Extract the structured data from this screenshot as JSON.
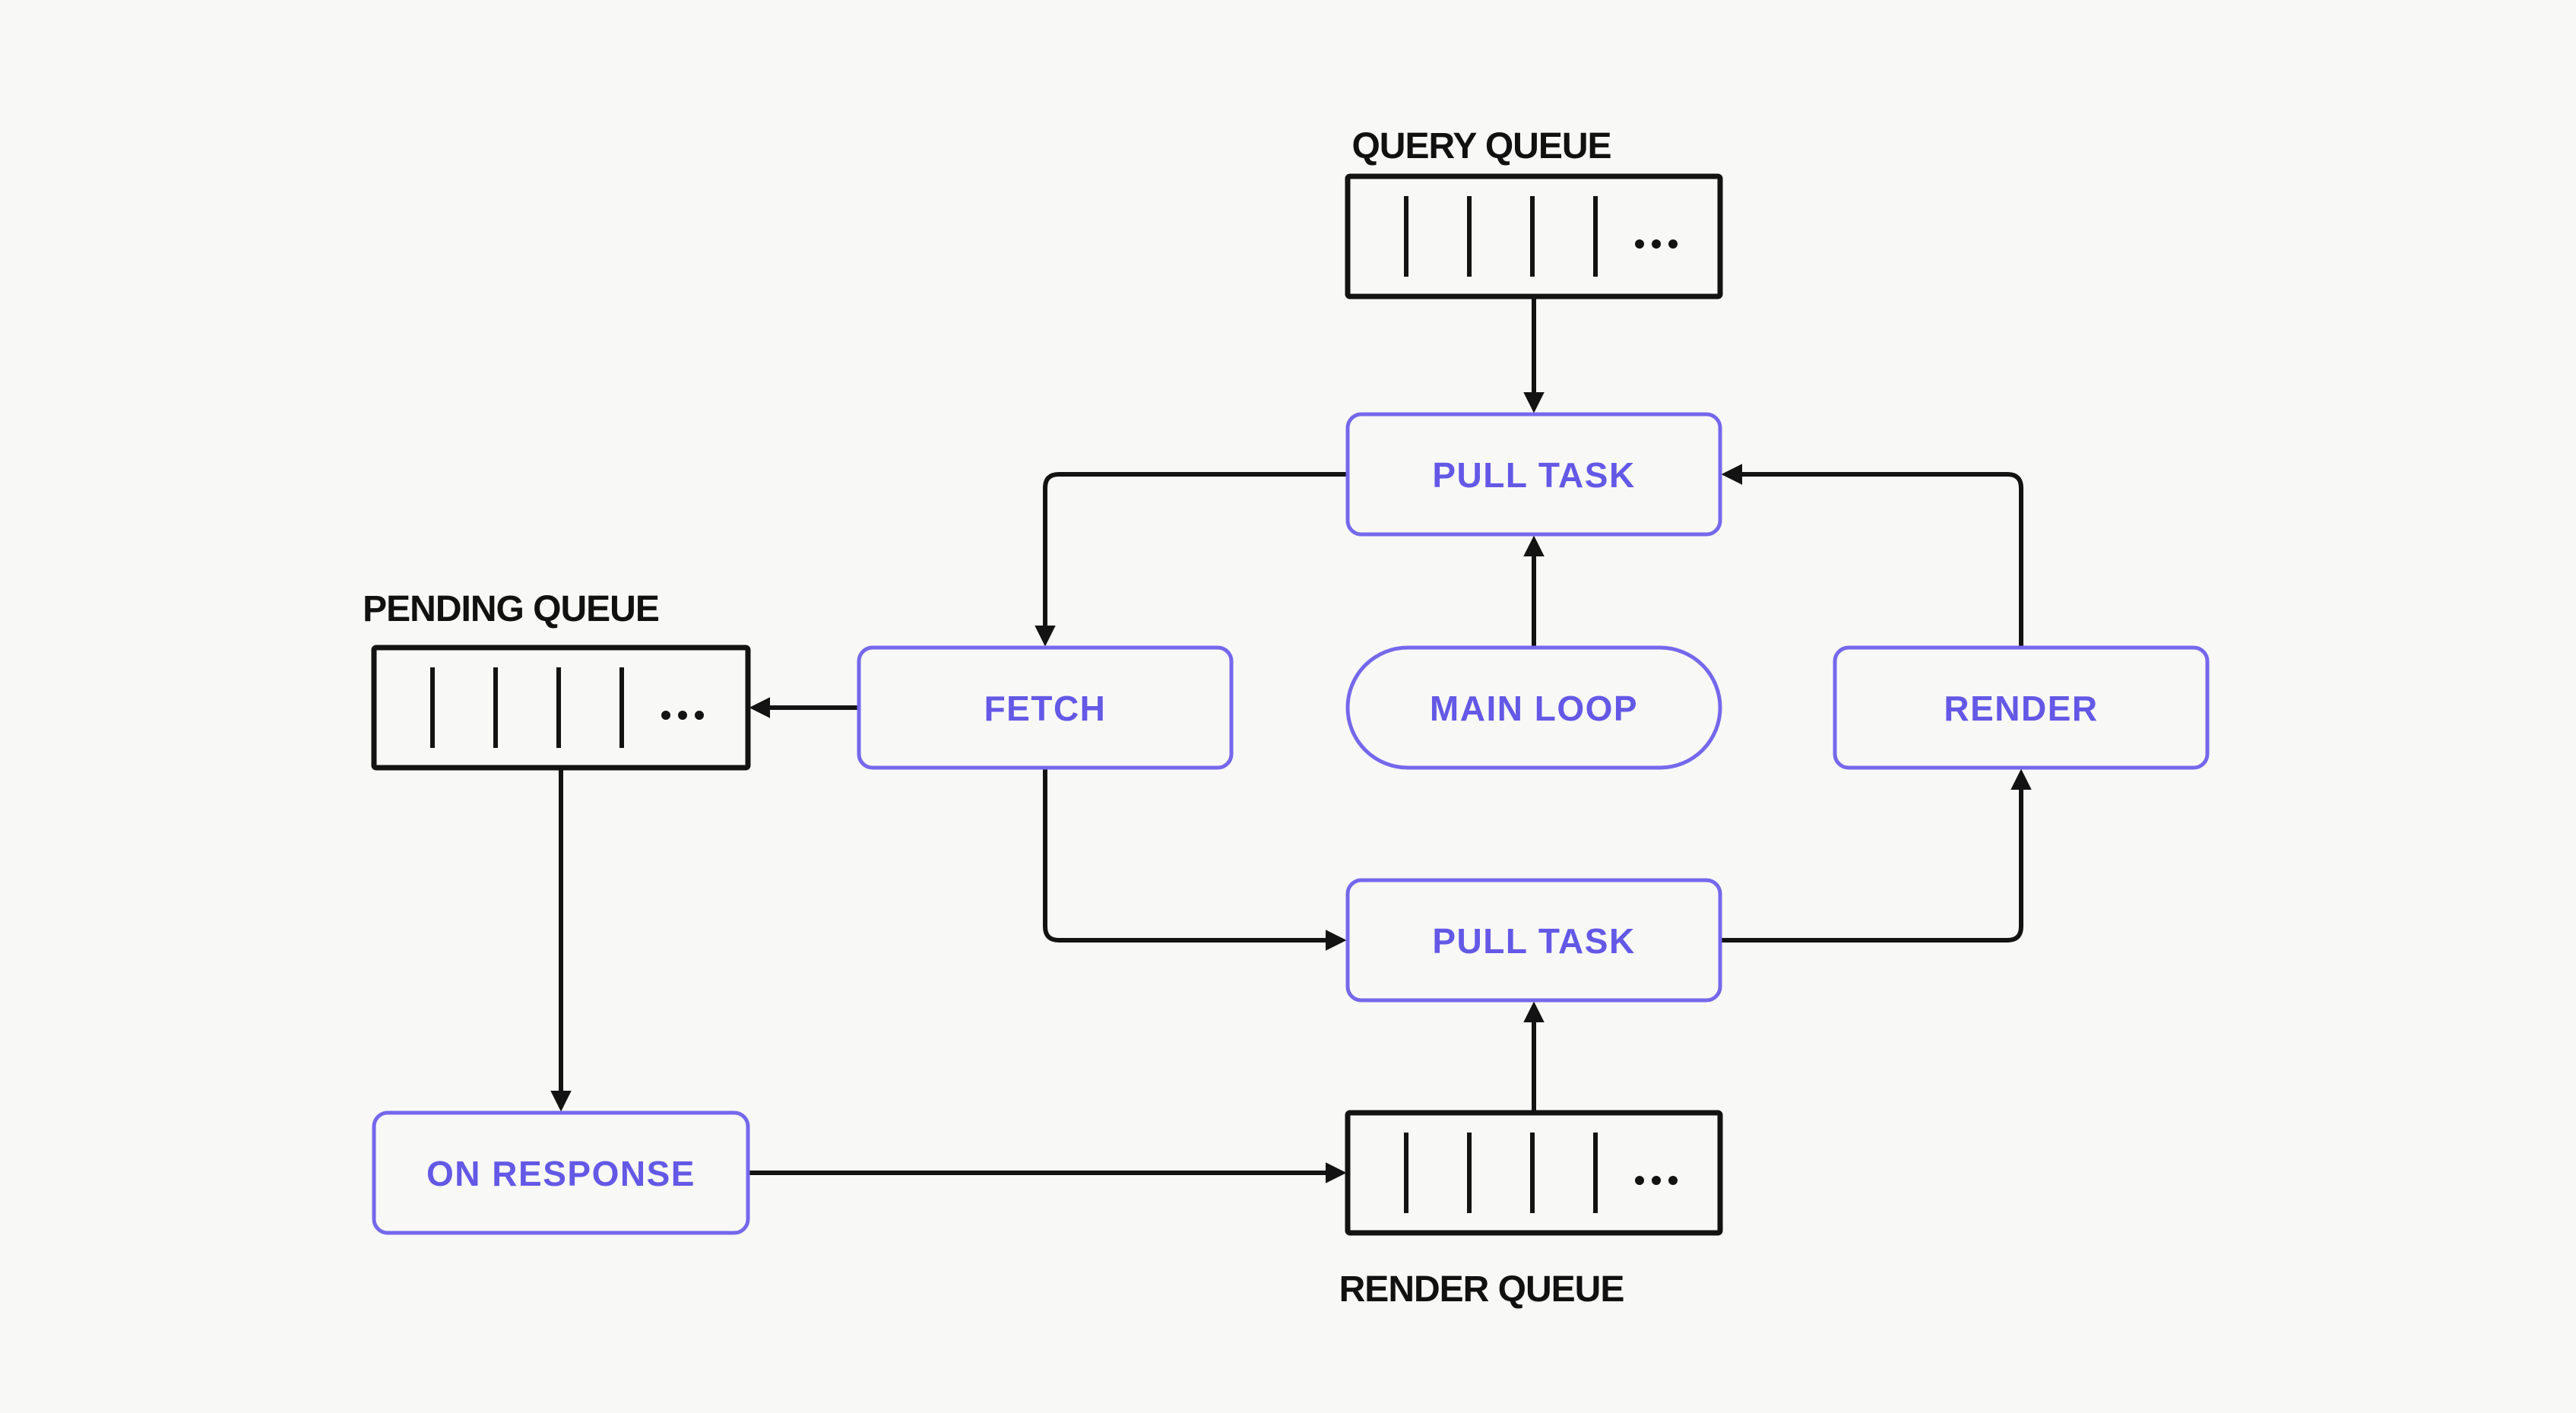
{
  "diagram": {
    "title_labels": {
      "query_queue": "QUERY QUEUE",
      "pending_queue": "PENDING QUEUE",
      "render_queue": "RENDER QUEUE"
    },
    "nodes": {
      "pull_task_top": {
        "label": "PULL TASK",
        "shape": "rounded-rect"
      },
      "fetch": {
        "label": "FETCH",
        "shape": "rounded-rect"
      },
      "main_loop": {
        "label": "MAIN LOOP",
        "shape": "pill"
      },
      "render": {
        "label": "RENDER",
        "shape": "rounded-rect"
      },
      "pull_task_bottom": {
        "label": "PULL TASK",
        "shape": "rounded-rect"
      },
      "on_response": {
        "label": "ON RESPONSE",
        "shape": "rounded-rect"
      }
    },
    "queues": {
      "query": {
        "label": "QUERY QUEUE",
        "slots": 4,
        "ellipsis": "..."
      },
      "pending": {
        "label": "PENDING QUEUE",
        "slots": 4,
        "ellipsis": "..."
      },
      "render": {
        "label": "RENDER QUEUE",
        "slots": 4,
        "ellipsis": "..."
      }
    },
    "edges": [
      {
        "from": "query-queue",
        "to": "pull-task-top",
        "direction": "down"
      },
      {
        "from": "pull-task-top",
        "to": "fetch",
        "direction": "left-then-down"
      },
      {
        "from": "main-loop",
        "to": "pull-task-top",
        "direction": "up"
      },
      {
        "from": "render",
        "to": "pull-task-top",
        "direction": "up-then-left"
      },
      {
        "from": "fetch",
        "to": "pending-queue",
        "direction": "left"
      },
      {
        "from": "fetch",
        "to": "pull-task-bottom",
        "direction": "down-then-right"
      },
      {
        "from": "pull-task-bottom",
        "to": "render",
        "direction": "right-then-up"
      },
      {
        "from": "pending-queue",
        "to": "on-response",
        "direction": "down"
      },
      {
        "from": "on-response",
        "to": "render-queue",
        "direction": "right"
      },
      {
        "from": "render-queue",
        "to": "pull-task-bottom",
        "direction": "up"
      }
    ],
    "colors": {
      "background": "#f8f8f6",
      "line": "#131313",
      "accent_border": "#7568ec",
      "accent_text": "#6458e6",
      "label_text": "#111111"
    }
  }
}
